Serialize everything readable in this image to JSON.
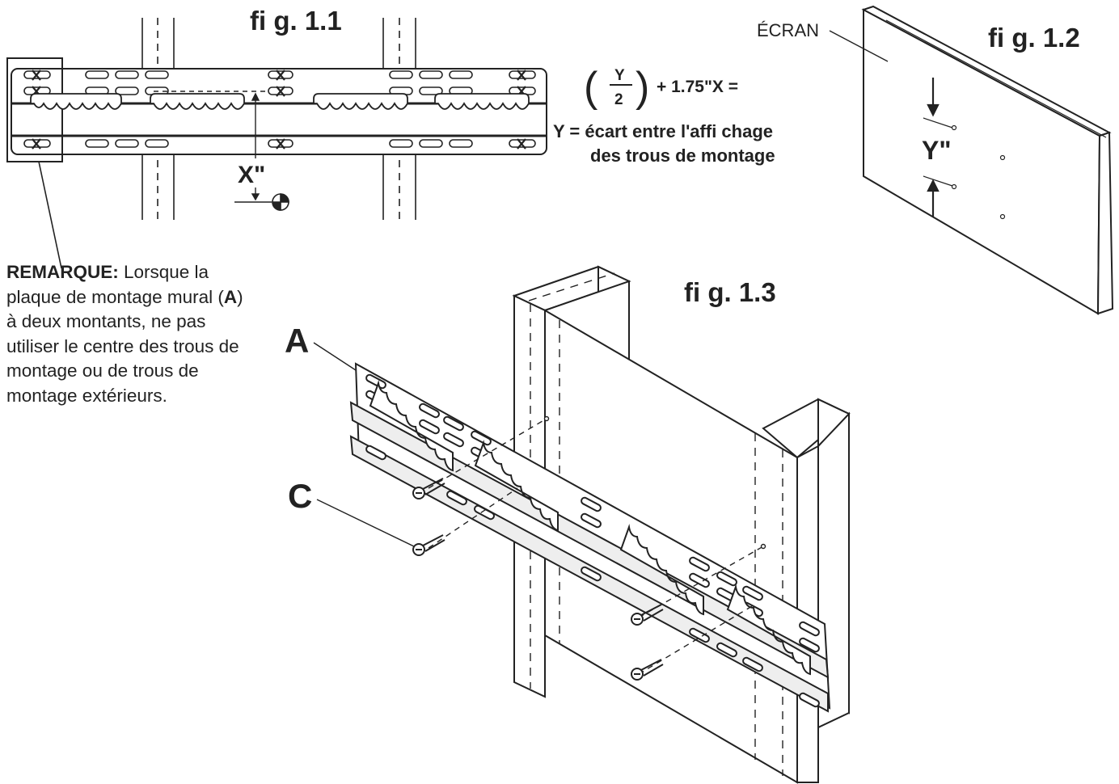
{
  "fig_1_1": {
    "label": "fi g. 1.1",
    "x_label": "X\"",
    "formula": {
      "numerator": "Y",
      "denominator": "2",
      "suffix": "+ 1.75\"X ="
    },
    "definition_line1": "Y = écart entre l'affi chage",
    "definition_line2": "des trous de montage"
  },
  "fig_1_2": {
    "label": "fi g. 1.2",
    "screen_label": "ÉCRAN",
    "y_label": "Y\""
  },
  "fig_1_3": {
    "label": "fi g. 1.3",
    "part_a": "A",
    "part_c": "C"
  },
  "note": {
    "heading": "REMARQUE:",
    "text_1": " Lorsque la plaque de montage mural (",
    "ref_a": "A",
    "text_2": ") à deux montants, ne pas utiliser le centre des trous de montage ou de trous de montage extérieurs."
  }
}
